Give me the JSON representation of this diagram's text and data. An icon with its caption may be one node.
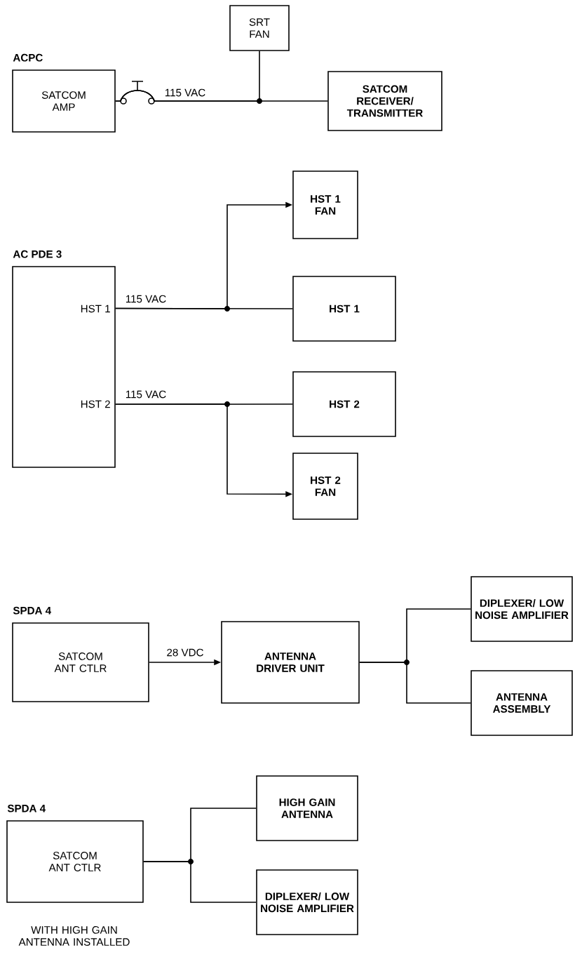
{
  "diagram": {
    "nodes": [
      {
        "text": [
          "SRT FAN"
        ]
      },
      {
        "text": [
          "ACPC",
          "SATCOM AMP"
        ]
      },
      {
        "text": [
          "SATCOM RECEIVER/ TRANSMITTER"
        ]
      },
      {
        "text": [
          "HST 1 FAN"
        ]
      },
      {
        "text": [
          "AC PDE 3",
          "HST 1",
          "HST 2"
        ]
      },
      {
        "text": [
          "HST 1"
        ]
      },
      {
        "text": [
          "HST 2"
        ]
      },
      {
        "text": [
          "HST 2 FAN"
        ]
      },
      {
        "text": [
          "SPDA 4",
          "SATCOM ANT CTLR"
        ]
      },
      {
        "text": [
          "ANTENNA DRIVER UNIT"
        ]
      },
      {
        "text": [
          "DIPLEXER/ LOW NOISE AMPLIFIER"
        ]
      },
      {
        "text": [
          "ANTENNA ASSEMBLY"
        ]
      },
      {
        "text": [
          "SPDA 4",
          "SATCOM ANT CTLR"
        ],
        "beside": [
          "WITH HIGH GAIN ANTENNA INSTALLED"
        ]
      },
      {
        "text": [
          "HIGH GAIN ANTENNA"
        ]
      },
      {
        "text": [
          "DIPLEXER/ LOW NOISE AMPLIFIER"
        ]
      }
    ],
    "edges": [
      {
        "from": 1,
        "to": 0,
        "arrow": "none"
      },
      {
        "from": 1,
        "to": 2,
        "arrow": "none",
        "label": "115 VAC"
      },
      {
        "from": 4,
        "to": 3,
        "arrow": "to"
      },
      {
        "from": 4,
        "to": 5,
        "arrow": "none",
        "label": "115 VAC"
      },
      {
        "from": 4,
        "to": 6,
        "arrow": "none",
        "label": "115 VAC"
      },
      {
        "from": 4,
        "to": 7,
        "arrow": "to"
      },
      {
        "from": 8,
        "to": 9,
        "arrow": "to",
        "label": "28 VDC"
      },
      {
        "from": 9,
        "to": 10,
        "arrow": "none"
      },
      {
        "from": 9,
        "to": 11,
        "arrow": "none"
      },
      {
        "from": 12,
        "to": 13,
        "arrow": "none"
      },
      {
        "from": 12,
        "to": 14,
        "arrow": "none"
      }
    ]
  }
}
